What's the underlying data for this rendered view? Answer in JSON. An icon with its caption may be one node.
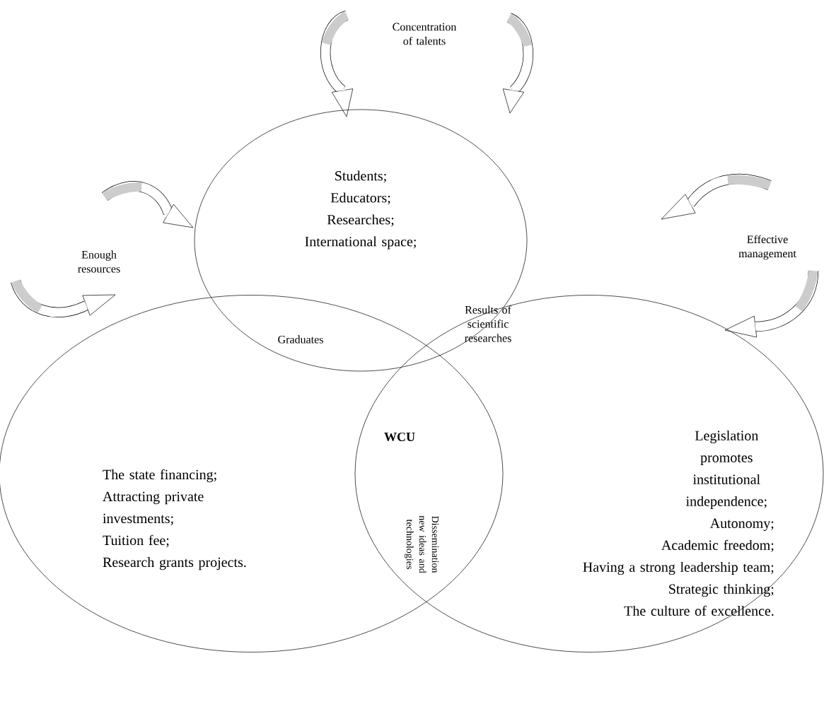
{
  "diagram": {
    "nodes": [
      {
        "text": [
          "Students;",
          "Educators;",
          "Researches;",
          "International space;"
        ]
      },
      {
        "text": [
          "The state financing;",
          "Attracting private investments;",
          "Tuition fee;",
          "Research grants projects."
        ]
      },
      {
        "text": [
          "Legislation promotes institutional independence;",
          "Autonomy;",
          "Academic freedom;",
          "Having a strong leadership team;",
          "Strategic thinking;",
          "The culture of excellence."
        ]
      }
    ],
    "labels": [
      "Concentration of talents",
      "Enough resources",
      "Effective management",
      "Graduates",
      "Results of scientific researches",
      "WCU",
      "Dissemination new ideas and technologies"
    ]
  }
}
